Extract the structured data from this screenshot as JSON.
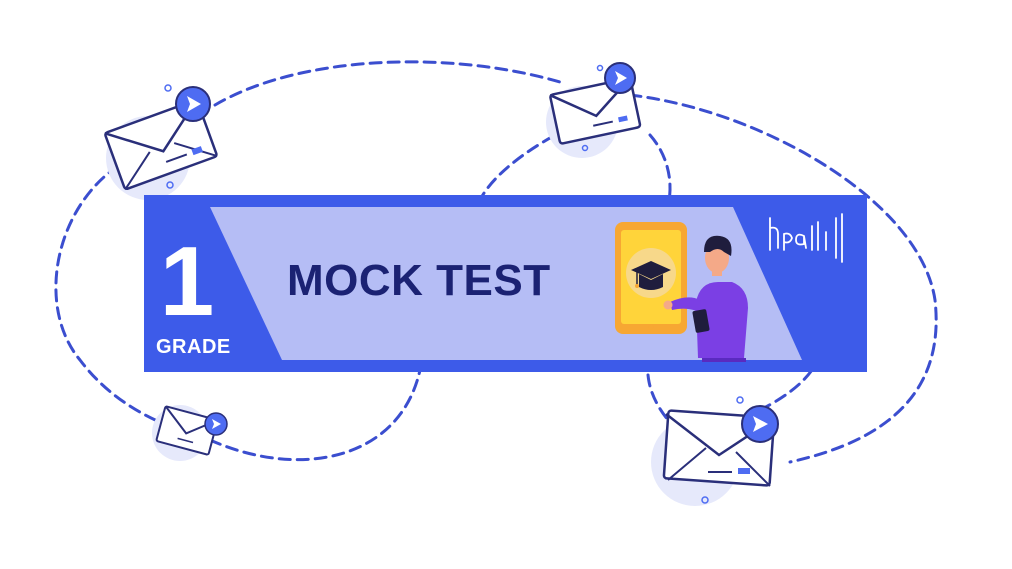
{
  "banner": {
    "grade_number": "1",
    "grade_label": "GRADE",
    "title": "MOCK TEST"
  },
  "colors": {
    "banner_blue": "#3d5be9",
    "panel_lavender": "#b5bdf5",
    "title_navy": "#1b2273",
    "path_dash": "#3b4ecf",
    "tablet_orange": "#f7a733",
    "tablet_yellow": "#ffd43a",
    "person_purple": "#7b3fe4",
    "envelope_line": "#2a2f7a",
    "send_badge": "#4e6cf2"
  },
  "icons": [
    "envelope-send-icon",
    "graduation-cap-icon",
    "brand-logo"
  ]
}
